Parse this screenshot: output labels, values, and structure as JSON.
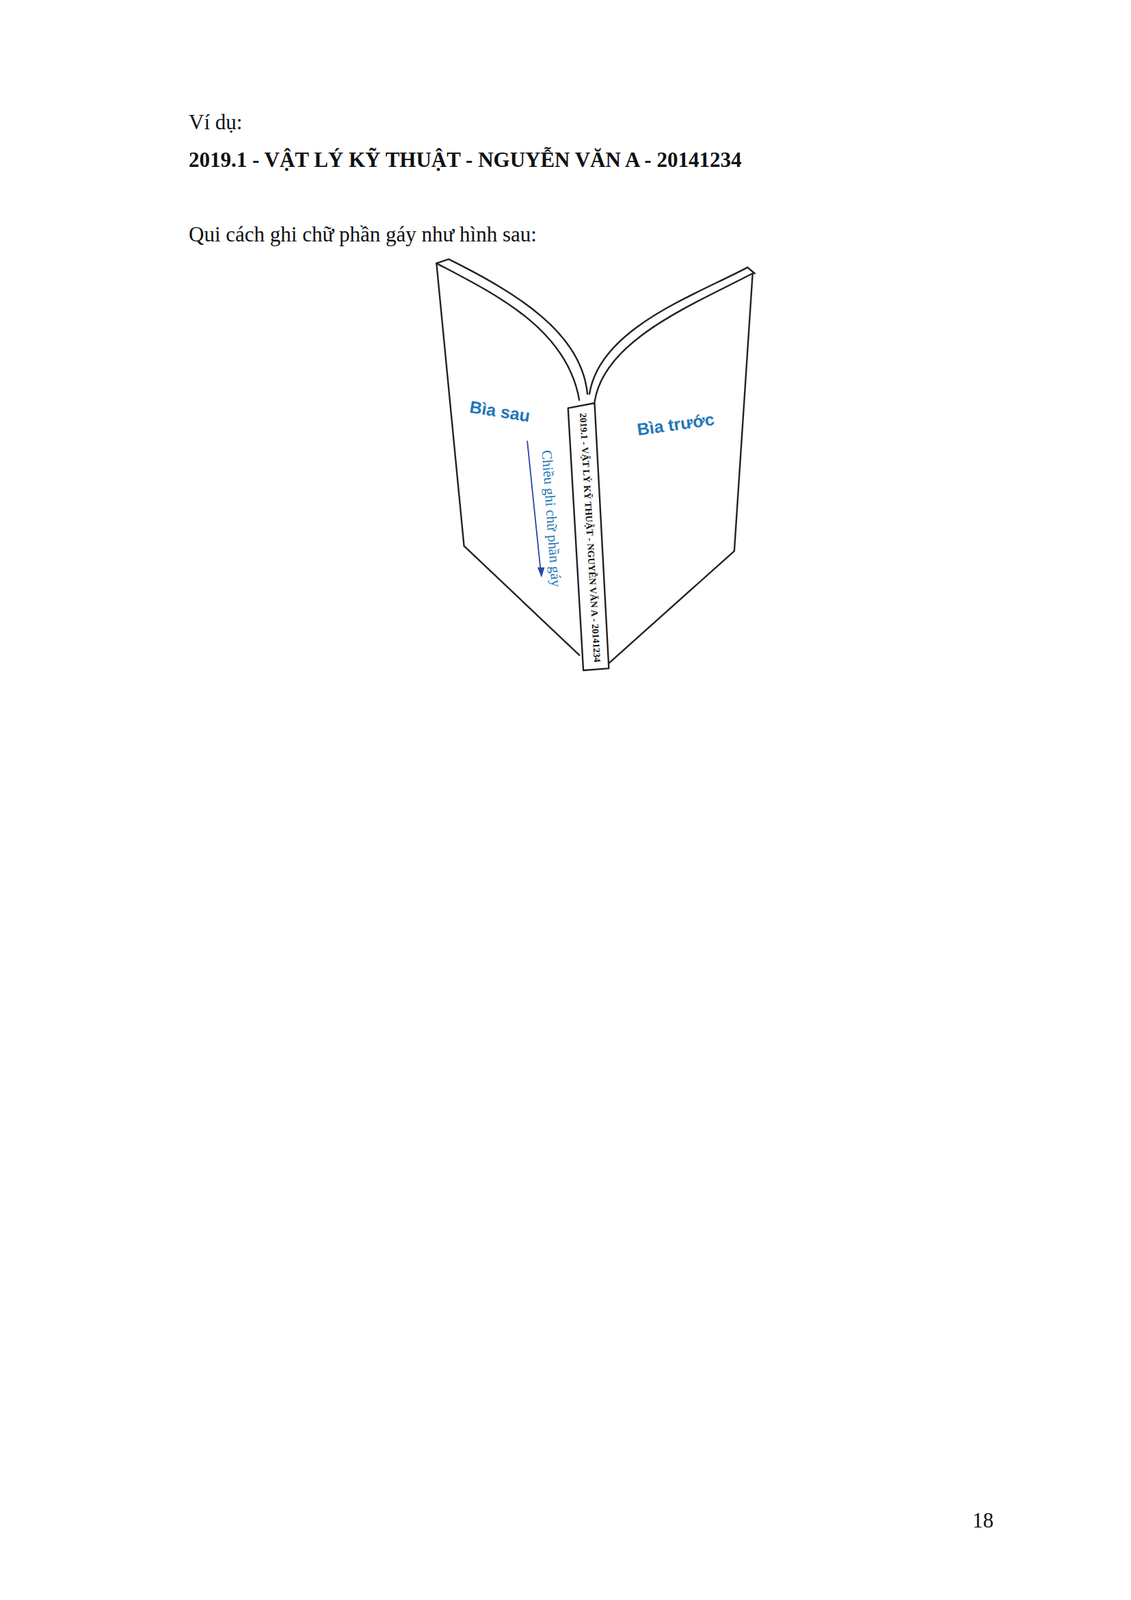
{
  "diagram": {
    "labels": [
      "Ví dụ:",
      "2019.1 - VẬT LÝ KỸ THUẬT - NGUYỄN VĂN A - 20141234",
      "Qui cách ghi chữ phần gáy như hình sau:",
      "Bìa sau",
      "Bìa trước",
      "Chiều ghi chữ phần gáy",
      "2019.1 - VẬT LÝ KỸ THUẬT - NGUYỄN VĂN A - 20141234",
      "18"
    ]
  }
}
